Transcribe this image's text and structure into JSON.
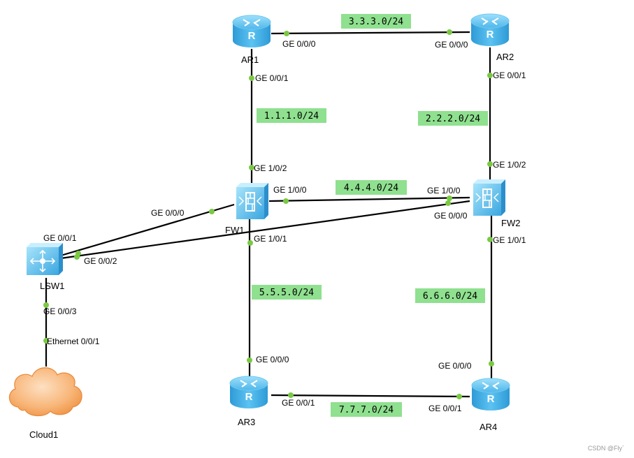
{
  "devices": {
    "ar1": "AR1",
    "ar2": "AR2",
    "ar3": "AR3",
    "ar4": "AR4",
    "fw1": "FW1",
    "fw2": "FW2",
    "lsw1": "LSW1",
    "cloud1": "Cloud1"
  },
  "subnets": {
    "ar1_ar2": "3.3.3.0/24",
    "ar1_fw1": "1.1.1.0/24",
    "ar2_fw2": "2.2.2.0/24",
    "fw1_fw2": "4.4.4.0/24",
    "fw1_ar3": "5.5.5.0/24",
    "fw2_ar4": "6.6.6.0/24",
    "ar3_ar4": "7.7.7.0/24"
  },
  "ports": {
    "ar1_ge000": "GE 0/0/0",
    "ar2_ge000": "GE 0/0/0",
    "ar1_ge001": "GE 0/0/1",
    "ar2_ge001": "GE 0/0/1",
    "fw1_ge102": "GE 1/0/2",
    "fw2_ge102": "GE 1/0/2",
    "fw1_ge100": "GE 1/0/0",
    "fw2_ge100": "GE 1/0/0",
    "fw1_ge000": "GE 0/0/0",
    "fw2_ge000": "GE 0/0/0",
    "fw1_ge101": "GE 1/0/1",
    "fw2_ge101": "GE 1/0/1",
    "lsw1_ge001": "GE 0/0/1",
    "lsw1_ge002": "GE 0/0/2",
    "lsw1_ge003": "GE 0/0/3",
    "cloud1_eth": "Ethernet 0/0/1",
    "ar3_ge000": "GE 0/0/0",
    "ar4_ge000": "GE 0/0/0",
    "ar3_ge001": "GE 0/0/1",
    "ar4_ge001": "GE 0/0/1"
  },
  "icons": {
    "router_glyph": "R",
    "router_color": "#3fa9e0",
    "firewall_color": "#3fa9e0",
    "switch_color": "#3fa9e0",
    "cloud_color": "#f7a350"
  },
  "watermark": "CSDN @Fly`"
}
